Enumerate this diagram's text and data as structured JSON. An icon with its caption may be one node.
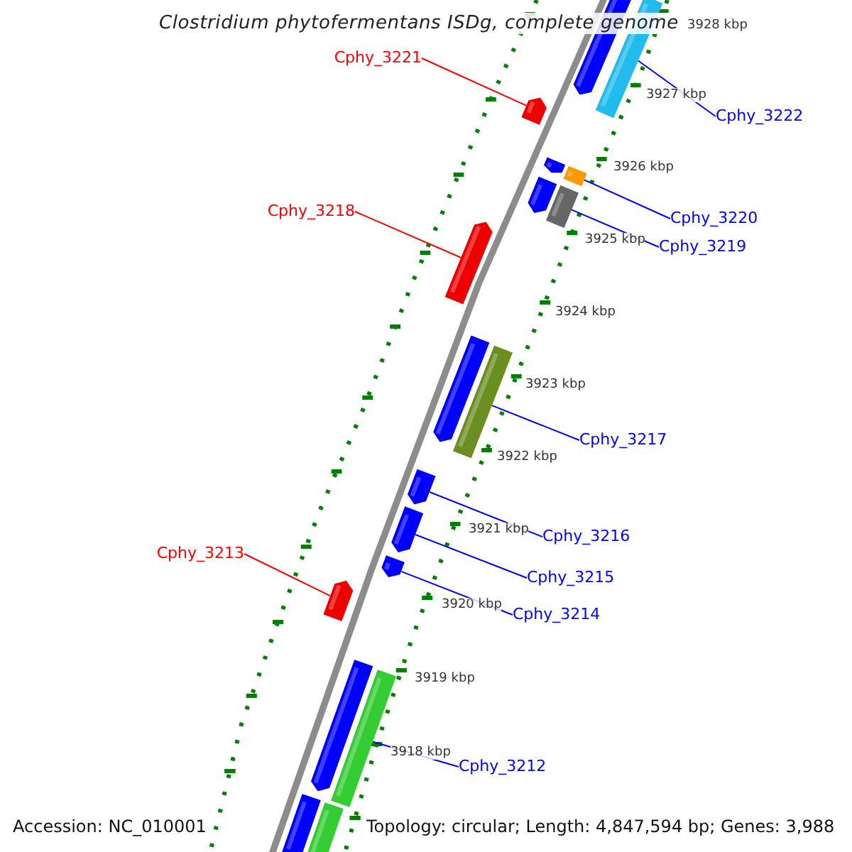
{
  "diagram": {
    "title": "Clostridium phytofermentans ISDg, complete genome",
    "nodes": [
      {
        "text": [],
        "shape": "bar"
      },
      {
        "text": [],
        "shape": "bar"
      },
      {
        "text": [],
        "shape": "bar"
      },
      {
        "text": [],
        "shape": "bar"
      },
      {
        "text": [],
        "shape": "bar"
      },
      {
        "text": [],
        "shape": "bar"
      },
      {
        "text": [],
        "shape": "bar"
      },
      {
        "text": [],
        "shape": "bar"
      },
      {
        "text": [],
        "shape": "bar"
      },
      {
        "text": [],
        "shape": "bar"
      },
      {
        "text": [],
        "shape": "bar"
      },
      {
        "text": [],
        "shape": "bar"
      },
      {
        "text": [],
        "shape": "bar"
      },
      {
        "text": [],
        "shape": "bar"
      },
      {
        "text": [],
        "shape": "bar"
      },
      {
        "text": [],
        "shape": "bar"
      },
      {
        "text": [],
        "shape": "bar"
      },
      {
        "text": [],
        "shape": "bar"
      },
      {
        "text": [
          "Cphy_3221"
        ]
      },
      {
        "text": [
          "Cphy_3222"
        ]
      },
      {
        "text": [
          "Cphy_3218"
        ]
      },
      {
        "text": [
          "Cphy_3220"
        ]
      },
      {
        "text": [
          "Cphy_3219"
        ]
      },
      {
        "text": [
          "Cphy_3217"
        ]
      },
      {
        "text": [
          "Cphy_3216"
        ]
      },
      {
        "text": [
          "Cphy_3213"
        ]
      },
      {
        "text": [
          "Cphy_3215"
        ]
      },
      {
        "text": [
          "Cphy_3214"
        ]
      },
      {
        "text": [
          "Cphy_3212"
        ]
      }
    ],
    "edges": [
      {
        "from": 18,
        "to": 2,
        "arrow": "none",
        "color": "#ff0000"
      },
      {
        "from": 19,
        "to": 1,
        "arrow": "none"
      },
      {
        "from": 20,
        "to": 7,
        "arrow": "none",
        "color": "#ff0000"
      },
      {
        "from": 21,
        "to": 4,
        "arrow": "none"
      },
      {
        "from": 22,
        "to": 6,
        "arrow": "none"
      },
      {
        "from": 23,
        "to": 9,
        "arrow": "none"
      },
      {
        "from": 24,
        "to": 10,
        "arrow": "none"
      },
      {
        "from": 25,
        "to": 13,
        "arrow": "none",
        "color": "#ff0000"
      },
      {
        "from": 26,
        "to": 11,
        "arrow": "none"
      },
      {
        "from": 27,
        "to": 12,
        "arrow": "none"
      },
      {
        "from": 28,
        "to": 15,
        "arrow": "none"
      }
    ],
    "labels": [
      "3928 kbp",
      "3927 kbp",
      "3926 kbp",
      "3925 kbp",
      "3924 kbp",
      "3923 kbp",
      "3922 kbp",
      "3921 kbp",
      "3920 kbp",
      "3919 kbp",
      "3918 kbp",
      "Accession: NC_010001",
      "Topology: circular; Length: 4,847,594 bp; Genes: 3,988"
    ]
  }
}
